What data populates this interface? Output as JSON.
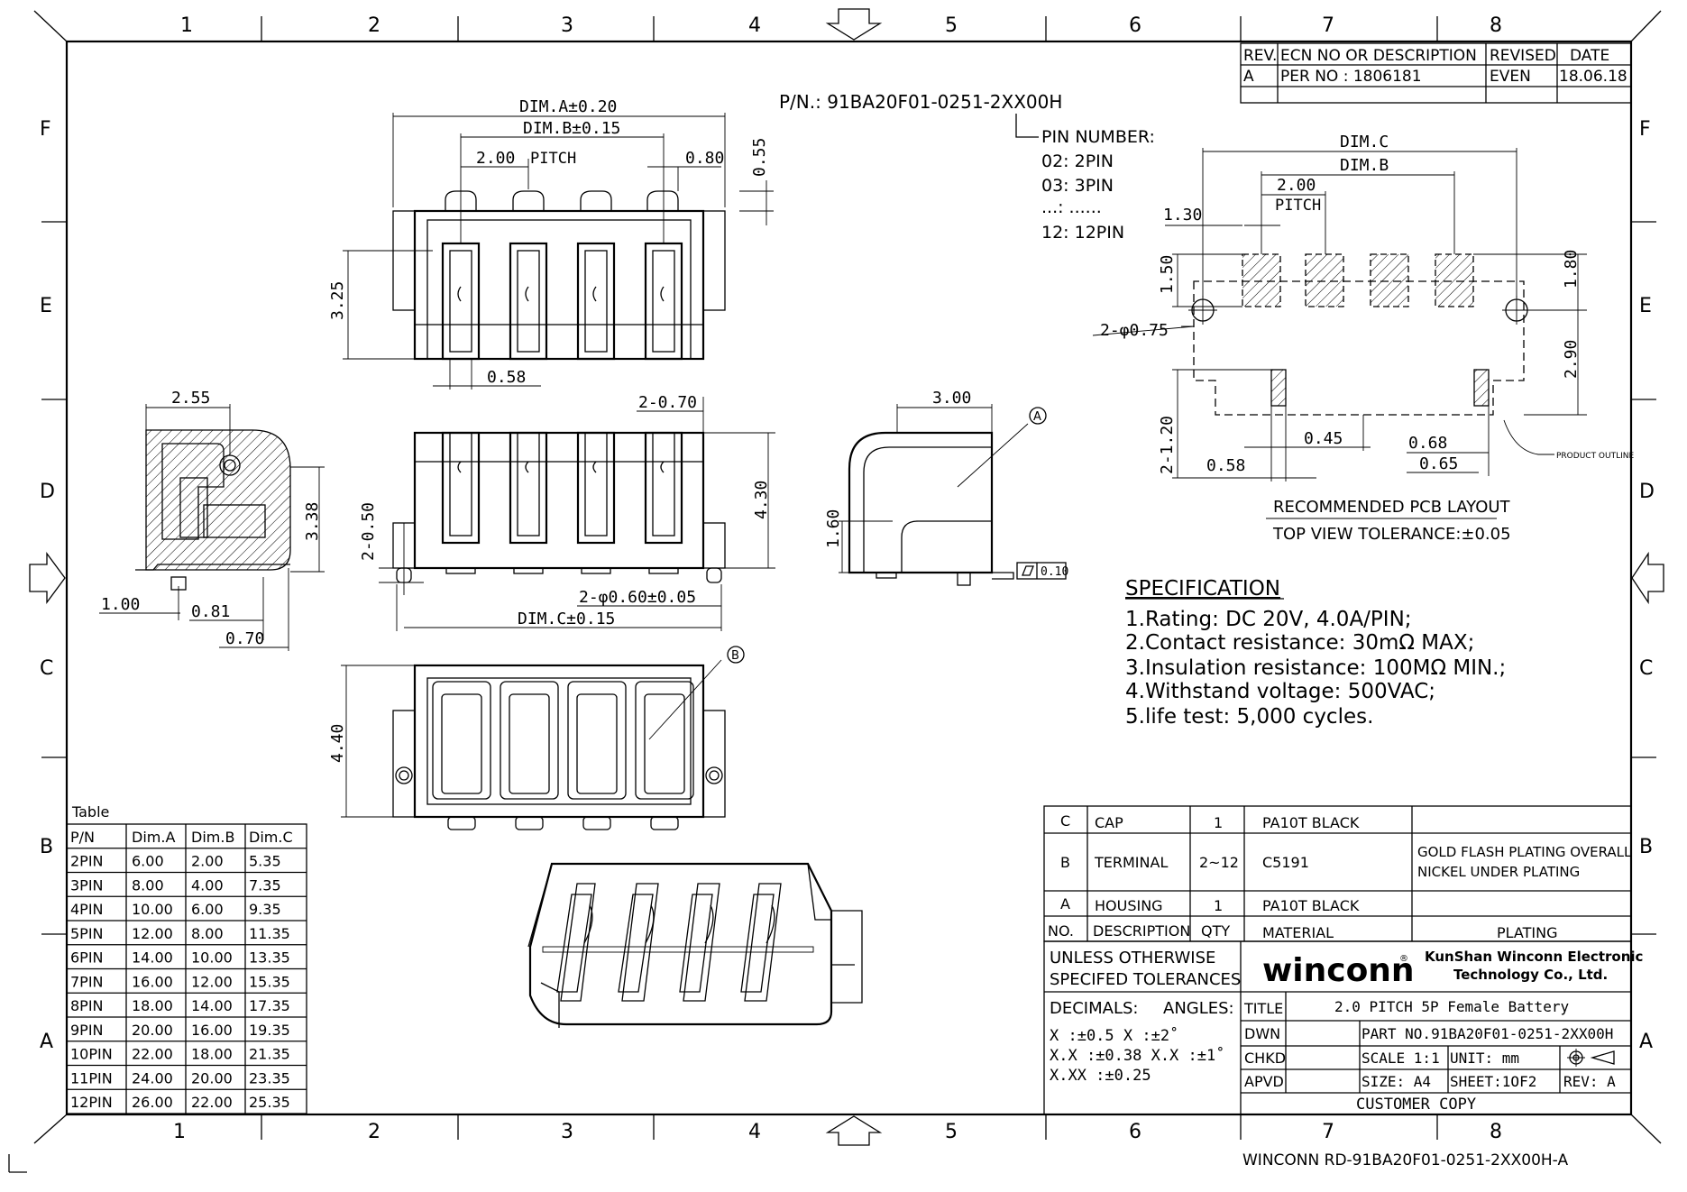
{
  "frame": {
    "columns": [
      "1",
      "2",
      "3",
      "4",
      "5",
      "6",
      "7",
      "8"
    ],
    "rows": [
      "F",
      "E",
      "D",
      "C",
      "B",
      "A"
    ]
  },
  "part_number_label": "P/N.: 91BA20F01-0251-2XX00H",
  "pin_number": {
    "title": "PIN NUMBER:",
    "lines": [
      "02: 2PIN",
      "03: 3PIN",
      "...: ......",
      "12: 12PIN"
    ]
  },
  "revision_table": {
    "headers": [
      "REV.",
      "ECN NO OR DESCRIPTION",
      "REVISED",
      "DATE"
    ],
    "row": [
      "A",
      "PER NO : 1806181",
      "EVEN",
      "18.06.18"
    ]
  },
  "dims": {
    "top_view": [
      "DIM.A±0.20",
      "DIM.B±0.15",
      "2.00",
      "PITCH",
      "0.80",
      "0.55",
      "3.25",
      "0.58"
    ],
    "side_view": [
      "2.55",
      "3.38",
      "1.00",
      "0.81",
      "0.70"
    ],
    "front_view": [
      "2-0.70",
      "4.30",
      "2-0.50",
      "2-φ0.60±0.05",
      "DIM.C±0.15"
    ],
    "end_view": [
      "3.00",
      "1.60",
      "0.10"
    ],
    "bottom_view": [
      "4.40"
    ],
    "callouts": [
      "A",
      "B"
    ]
  },
  "pcb_layout": {
    "dims": [
      "DIM.C",
      "DIM.B",
      "2.00",
      "PITCH",
      "1.30",
      "1.50",
      "1.80",
      "2-φ0.75",
      "2.90",
      "2-1.20",
      "0.45",
      "0.68",
      "0.65",
      "0.58"
    ],
    "product_outline": "PRODUCT OUTLINE",
    "title": "RECOMMENDED PCB LAYOUT",
    "subtitle": "TOP VIEW TOLERANCE:±0.05"
  },
  "specification": {
    "title": "SPECIFICATION",
    "lines": [
      "1.Rating: DC 20V, 4.0A/PIN;",
      "2.Contact resistance: 30mΩ MAX;",
      "3.Insulation resistance: 100MΩ MIN.;",
      "4.Withstand voltage: 500VAC;",
      "5.life test: 5,000 cycles."
    ]
  },
  "dim_table": {
    "caption": "Table",
    "headers": [
      "P/N",
      "Dim.A",
      "Dim.B",
      "Dim.C"
    ],
    "rows": [
      [
        "2PIN",
        "6.00",
        "2.00",
        "5.35"
      ],
      [
        "3PIN",
        "8.00",
        "4.00",
        "7.35"
      ],
      [
        "4PIN",
        "10.00",
        "6.00",
        "9.35"
      ],
      [
        "5PIN",
        "12.00",
        "8.00",
        "11.35"
      ],
      [
        "6PIN",
        "14.00",
        "10.00",
        "13.35"
      ],
      [
        "7PIN",
        "16.00",
        "12.00",
        "15.35"
      ],
      [
        "8PIN",
        "18.00",
        "14.00",
        "17.35"
      ],
      [
        "9PIN",
        "20.00",
        "16.00",
        "19.35"
      ],
      [
        "10PIN",
        "22.00",
        "18.00",
        "21.35"
      ],
      [
        "11PIN",
        "24.00",
        "20.00",
        "23.35"
      ],
      [
        "12PIN",
        "26.00",
        "22.00",
        "25.35"
      ]
    ]
  },
  "bom": {
    "rows": [
      [
        "C",
        "CAP",
        "1",
        "PA10T BLACK",
        ""
      ],
      [
        "B",
        "TERMINAL",
        "2~12",
        "C5191",
        "GOLD FLASH PLATING OVERALL",
        "NICKEL UNDER PLATING"
      ],
      [
        "A",
        "HOUSING",
        "1",
        "PA10T BLACK",
        ""
      ]
    ],
    "headers": [
      "NO.",
      "DESCRIPTION",
      "QTY",
      "MATERIAL",
      "PLATING"
    ]
  },
  "title_block": {
    "tolerance_heading_1": "UNLESS OTHERWISE",
    "tolerance_heading_2": "SPECIFED TOLERANCES",
    "decimals": "DECIMALS:",
    "angles": "ANGLES:",
    "tol_x": "X    :±0.5  X  :±2˚",
    "tol_xx": "X.X  :±0.38 X.X :±1˚",
    "tol_xxx": "X.XX :±0.25",
    "logo": "winconn",
    "company_1": "KunShan Winconn Electronic",
    "company_2": "Technology Co., Ltd.",
    "title_label": "TITLE",
    "title_value": "2.0 PITCH 5P Female Battery",
    "dwn": "DWN",
    "chkd": "CHKD",
    "apvd": "APVD",
    "part_no": "PART NO.91BA20F01-0251-2XX00H",
    "scale": "SCALE 1:1",
    "unit": "UNIT:  mm",
    "size": "SIZE: A4",
    "sheet": "SHEET:1OF2",
    "rev": "REV: A",
    "customer": "CUSTOMER COPY"
  },
  "footer": "WINCONN RD-91BA20F01-0251-2XX00H-A"
}
